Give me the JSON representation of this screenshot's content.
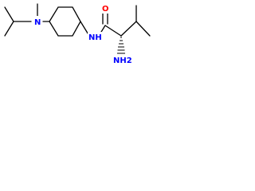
{
  "molecule": {
    "atoms": {
      "amine_n": {
        "label": "N",
        "color": "#0000ff"
      },
      "amide_nh": {
        "label": "NH",
        "color": "#0000ff"
      },
      "amino_nh2": {
        "label": "NH2",
        "color": "#0000ff"
      },
      "carbonyl_o": {
        "label": "O",
        "color": "#ff0000"
      }
    },
    "bond_color": "#000000"
  }
}
